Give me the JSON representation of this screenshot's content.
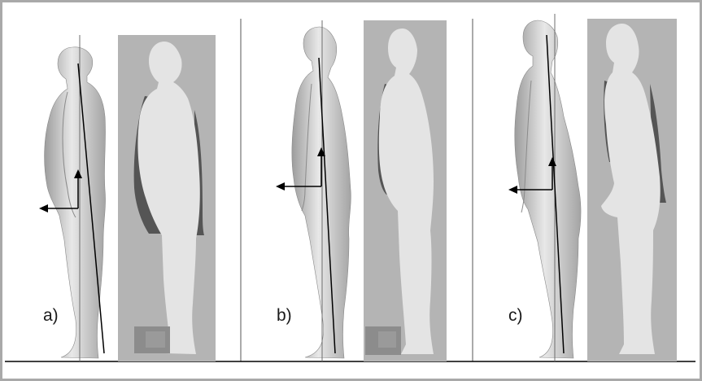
{
  "figure": {
    "panels": [
      {
        "label": "a)"
      },
      {
        "label": "b)"
      },
      {
        "label": "c)"
      }
    ]
  },
  "colors": {
    "frame": "#a9a9a9",
    "background": "#ffffff",
    "silhouette_box": "#b4b4b4",
    "silhouette": "#e4e4e4",
    "shadow": "#555555",
    "body_scan": "#d6d6d6",
    "arrows": "#000000"
  }
}
